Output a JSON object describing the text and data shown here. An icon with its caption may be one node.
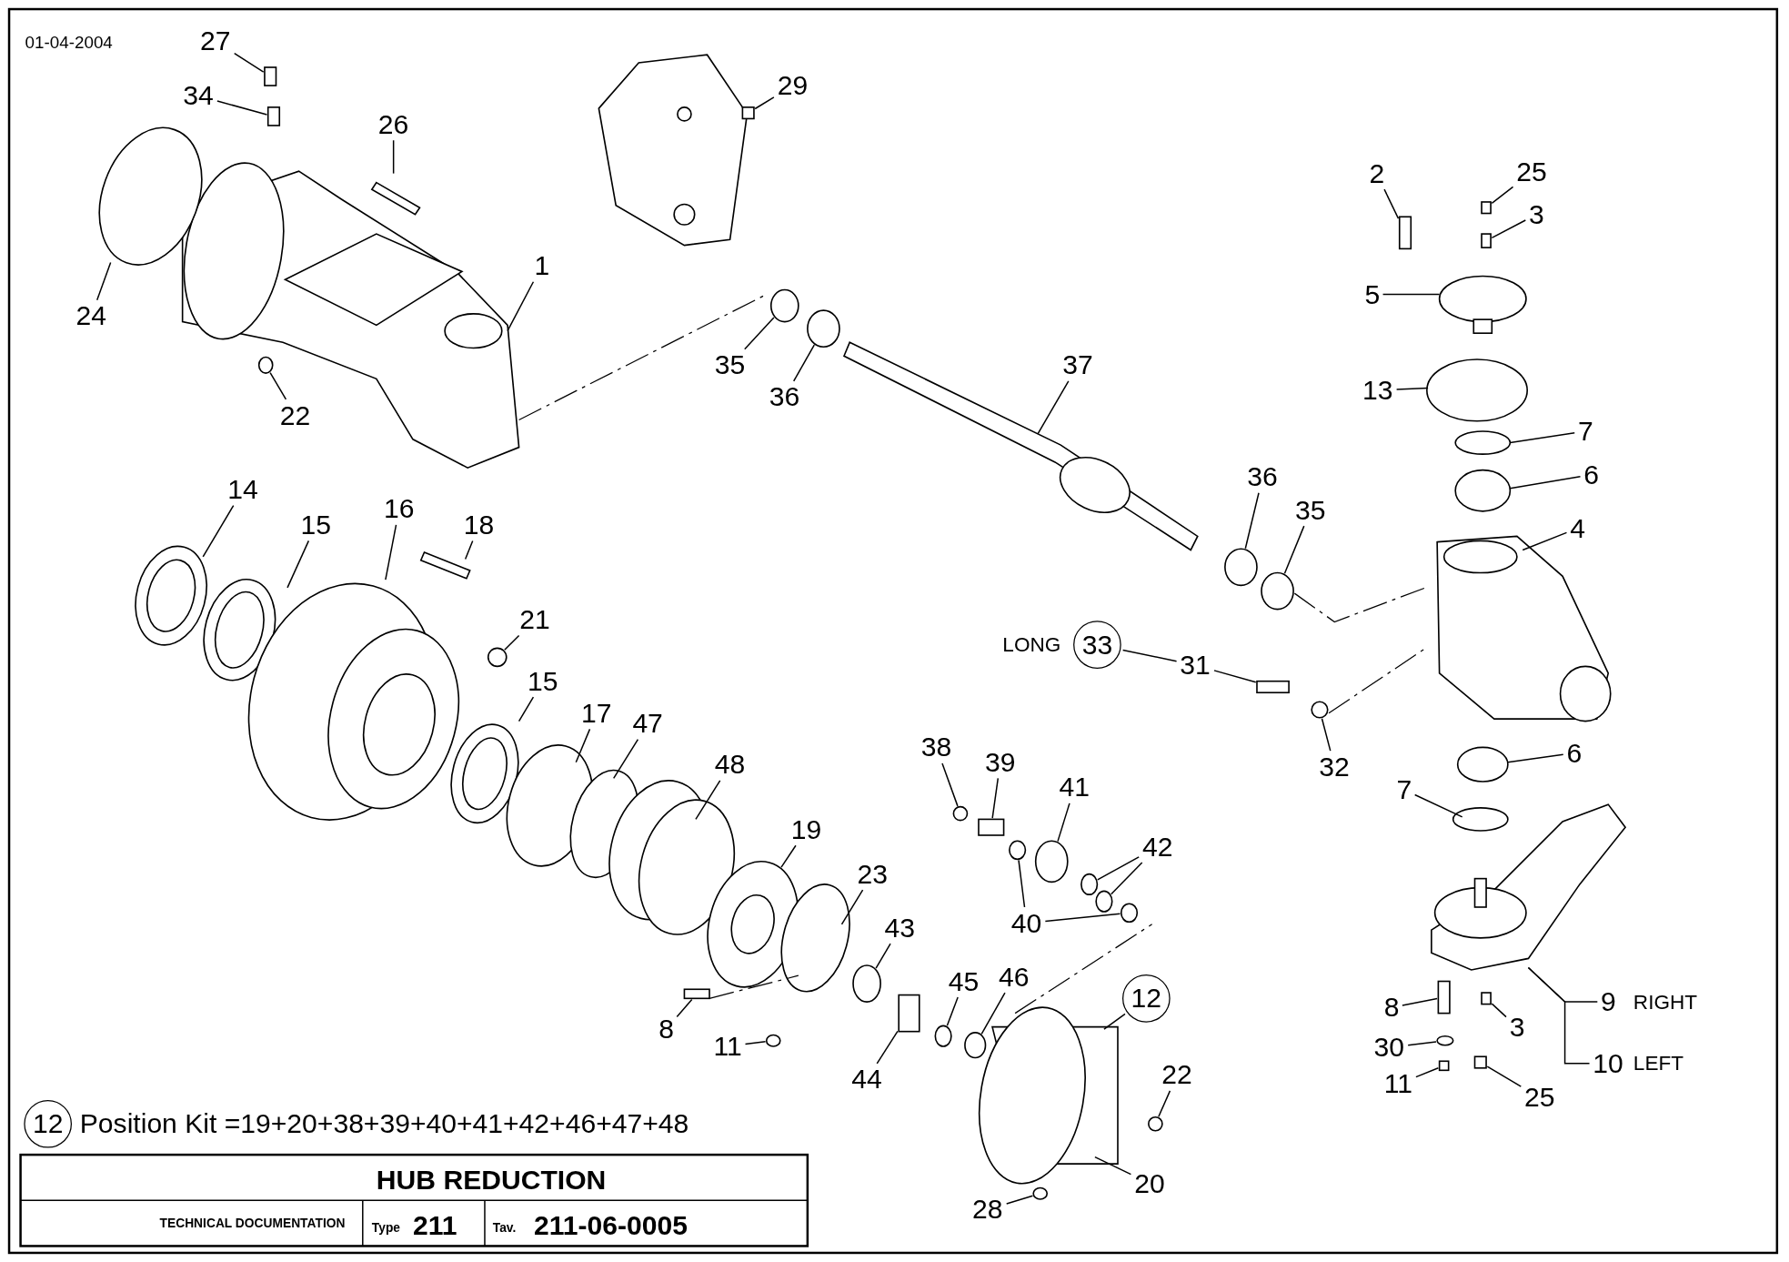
{
  "diagram": {
    "title": "HUB REDUCTION",
    "nodes": [
      {
        "text": [
          "27"
        ]
      },
      {
        "text": [
          "34"
        ]
      },
      {
        "text": [
          "29"
        ]
      },
      {
        "text": [
          "26"
        ]
      },
      {
        "text": [
          "2"
        ]
      },
      {
        "text": [
          "25"
        ]
      },
      {
        "text": [
          "3"
        ]
      },
      {
        "text": [
          "1"
        ]
      },
      {
        "text": [
          "5"
        ]
      },
      {
        "text": [
          "24"
        ]
      },
      {
        "text": [
          "35"
        ]
      },
      {
        "text": [
          "37"
        ]
      },
      {
        "text": [
          "13"
        ]
      },
      {
        "text": [
          "36"
        ]
      },
      {
        "text": [
          "22"
        ]
      },
      {
        "text": [
          "7"
        ]
      },
      {
        "text": [
          "6"
        ]
      },
      {
        "text": [
          "36"
        ]
      },
      {
        "text": [
          "14"
        ]
      },
      {
        "text": [
          "16"
        ]
      },
      {
        "text": [
          "35"
        ]
      },
      {
        "text": [
          "15"
        ]
      },
      {
        "text": [
          "18"
        ]
      },
      {
        "text": [
          "4"
        ]
      },
      {
        "text": [
          "21"
        ]
      },
      {
        "text": [
          "33"
        ],
        "beside": [
          "LONG"
        ]
      },
      {
        "text": [
          "31"
        ]
      },
      {
        "text": [
          "15"
        ]
      },
      {
        "text": [
          "17"
        ]
      },
      {
        "text": [
          "47"
        ]
      },
      {
        "text": [
          "38"
        ]
      },
      {
        "text": [
          "6"
        ]
      },
      {
        "text": [
          "39"
        ]
      },
      {
        "text": [
          "48"
        ]
      },
      {
        "text": [
          "32"
        ]
      },
      {
        "text": [
          "41"
        ]
      },
      {
        "text": [
          "7"
        ]
      },
      {
        "text": [
          "19"
        ]
      },
      {
        "text": [
          "42"
        ]
      },
      {
        "text": [
          "23"
        ]
      },
      {
        "text": [
          "40"
        ]
      },
      {
        "text": [
          "43"
        ]
      },
      {
        "text": [
          "46"
        ]
      },
      {
        "text": [
          "45"
        ]
      },
      {
        "text": [
          "12"
        ]
      },
      {
        "text": [
          "9"
        ],
        "beside": [
          "RIGHT"
        ]
      },
      {
        "text": [
          "8"
        ]
      },
      {
        "text": [
          "3"
        ]
      },
      {
        "text": [
          "8"
        ]
      },
      {
        "text": [
          "11"
        ]
      },
      {
        "text": [
          "30"
        ]
      },
      {
        "text": [
          "10"
        ],
        "beside": [
          "LEFT"
        ]
      },
      {
        "text": [
          "22"
        ]
      },
      {
        "text": [
          "44"
        ]
      },
      {
        "text": [
          "11"
        ]
      },
      {
        "text": [
          "25"
        ]
      },
      {
        "text": [
          "12"
        ],
        "beside": [
          "Position Kit =19+20+38+39+40+41+42+46+47+48"
        ]
      },
      {
        "text": [
          "20"
        ]
      },
      {
        "text": [
          "28"
        ]
      },
      {
        "text": [],
        "shape": "box"
      },
      {
        "text": [],
        "shape": "box"
      },
      {
        "text": [],
        "shape": "box"
      },
      {
        "text": [],
        "shape": "box"
      },
      {
        "text": [],
        "shape": "box"
      },
      {
        "text": [],
        "shape": "box"
      },
      {
        "text": [],
        "shape": "circle"
      },
      {
        "text": [],
        "shape": "circle"
      },
      {
        "text": [],
        "shape": "circle"
      },
      {
        "text": [],
        "shape": "circle"
      },
      {
        "text": [],
        "shape": "circle"
      },
      {
        "text": [],
        "shape": "circle"
      },
      {
        "text": [],
        "shape": "box"
      },
      {
        "text": [],
        "shape": "circle"
      },
      {
        "text": [],
        "shape": "circle"
      },
      {
        "text": [],
        "shape": "box"
      },
      {
        "text": [],
        "shape": "circle"
      },
      {
        "text": [],
        "shape": "circle"
      },
      {
        "text": [],
        "shape": "circle"
      },
      {
        "text": [],
        "shape": "circle"
      },
      {
        "text": [],
        "shape": "circle"
      },
      {
        "text": [],
        "shape": "circle"
      },
      {
        "text": [],
        "shape": "circle"
      },
      {
        "text": [],
        "shape": "circle"
      },
      {
        "text": [],
        "shape": "box"
      },
      {
        "text": [],
        "shape": "box"
      },
      {
        "text": [],
        "shape": "circle"
      },
      {
        "text": [],
        "shape": "circle"
      },
      {
        "text": [],
        "shape": "circle"
      },
      {
        "text": [],
        "shape": "box"
      },
      {
        "text": [],
        "shape": "box"
      },
      {
        "text": [],
        "shape": "circle"
      },
      {
        "text": [],
        "shape": "box"
      },
      {
        "text": [],
        "shape": "box"
      }
    ],
    "edges": [
      {
        "from": 0,
        "to": 59,
        "arrow": "none"
      },
      {
        "from": 1,
        "to": 60,
        "arrow": "none"
      },
      {
        "from": 2,
        "to": 61,
        "arrow": "none"
      },
      {
        "from": 3,
        "to": null,
        "arrow": "none"
      },
      {
        "from": 4,
        "to": 62,
        "arrow": "none"
      },
      {
        "from": 5,
        "to": 63,
        "arrow": "none"
      },
      {
        "from": 6,
        "to": 64,
        "arrow": "none"
      },
      {
        "from": 7,
        "to": null,
        "arrow": "none"
      },
      {
        "from": 8,
        "to": null,
        "arrow": "none"
      },
      {
        "from": 9,
        "to": null,
        "arrow": "none"
      },
      {
        "from": 10,
        "to": 65,
        "arrow": "none"
      },
      {
        "from": 11,
        "to": null,
        "arrow": "none"
      },
      {
        "from": 12,
        "to": null,
        "arrow": "none"
      },
      {
        "from": 13,
        "to": 66,
        "arrow": "none"
      },
      {
        "from": 14,
        "to": 67,
        "arrow": "none"
      },
      {
        "from": 15,
        "to": null,
        "arrow": "none"
      },
      {
        "from": 16,
        "to": null,
        "arrow": "none"
      },
      {
        "from": 17,
        "to": 68,
        "arrow": "none"
      },
      {
        "from": 18,
        "to": null,
        "arrow": "none"
      },
      {
        "from": 19,
        "to": null,
        "arrow": "none"
      },
      {
        "from": 20,
        "to": 69,
        "arrow": "none"
      },
      {
        "from": 21,
        "to": null,
        "arrow": "none"
      },
      {
        "from": 22,
        "to": null,
        "arrow": "none"
      },
      {
        "from": 23,
        "to": null,
        "arrow": "none"
      },
      {
        "from": 24,
        "to": 70,
        "arrow": "none"
      },
      {
        "from": 25,
        "to": 26,
        "arrow": "none"
      },
      {
        "from": 26,
        "to": 71,
        "arrow": "none"
      },
      {
        "from": 27,
        "to": null,
        "arrow": "none"
      },
      {
        "from": 28,
        "to": null,
        "arrow": "none"
      },
      {
        "from": 29,
        "to": null,
        "arrow": "none"
      },
      {
        "from": 30,
        "to": 73,
        "arrow": "none"
      },
      {
        "from": 31,
        "to": null,
        "arrow": "none"
      },
      {
        "from": 32,
        "to": 74,
        "arrow": "none"
      },
      {
        "from": 33,
        "to": null,
        "arrow": "none"
      },
      {
        "from": 34,
        "to": 72,
        "arrow": "none"
      },
      {
        "from": 35,
        "to": 75,
        "arrow": "none"
      },
      {
        "from": 36,
        "to": null,
        "arrow": "none"
      },
      {
        "from": 37,
        "to": null,
        "arrow": "none"
      },
      {
        "from": 38,
        "to": 77,
        "arrow": "none"
      },
      {
        "from": 38,
        "to": 78,
        "arrow": "none"
      },
      {
        "from": 39,
        "to": null,
        "arrow": "none"
      },
      {
        "from": 40,
        "to": 76,
        "arrow": "none"
      },
      {
        "from": 40,
        "to": 79,
        "arrow": "none"
      },
      {
        "from": 41,
        "to": 80,
        "arrow": "none"
      },
      {
        "from": 42,
        "to": 82,
        "arrow": "none"
      },
      {
        "from": 43,
        "to": 81,
        "arrow": "none"
      },
      {
        "from": 44,
        "to": null,
        "arrow": "none"
      },
      {
        "from": 45,
        "to": null,
        "arrow": "none"
      },
      {
        "from": 46,
        "to": 88,
        "arrow": "none"
      },
      {
        "from": 47,
        "to": 89,
        "arrow": "none"
      },
      {
        "from": 48,
        "to": 84,
        "arrow": "none"
      },
      {
        "from": 49,
        "to": 85,
        "arrow": "none"
      },
      {
        "from": 50,
        "to": 90,
        "arrow": "none"
      },
      {
        "from": 51,
        "to": null,
        "arrow": "none"
      },
      {
        "from": 52,
        "to": 86,
        "arrow": "none"
      },
      {
        "from": 53,
        "to": 83,
        "arrow": "none"
      },
      {
        "from": 54,
        "to": 91,
        "arrow": "none"
      },
      {
        "from": 55,
        "to": 92,
        "arrow": "none"
      },
      {
        "from": 57,
        "to": null,
        "arrow": "none"
      },
      {
        "from": 58,
        "to": 87,
        "arrow": "none"
      }
    ],
    "labels": [
      "01-04-2004",
      "TECHNICAL DOCUMENTATION",
      "Type",
      "211",
      "Tav.",
      "211-06-0005"
    ]
  }
}
